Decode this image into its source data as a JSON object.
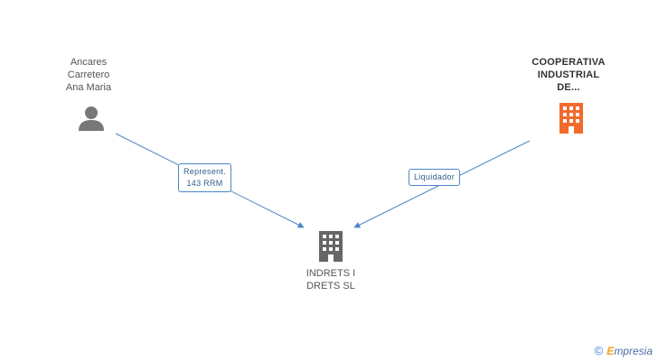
{
  "nodes": {
    "person": {
      "lines": [
        "Ancares",
        "Carretero",
        "Ana Maria"
      ],
      "icon": "person-icon"
    },
    "cooperative": {
      "lines": [
        "COOPERATIVA",
        "INDUSTRIAL",
        "DE..."
      ],
      "icon": "building-icon",
      "color": "#f26a2e"
    },
    "indrets": {
      "lines": [
        "INDRETS I",
        "DRETS SL"
      ],
      "icon": "building-icon",
      "color": "#666666"
    }
  },
  "edges": {
    "represent": {
      "lines": [
        "Represent.",
        "143 RRM"
      ]
    },
    "liquidador": {
      "lines": [
        "Liquidador"
      ]
    }
  },
  "footer": {
    "copyright": "©",
    "brand_initial": "E",
    "brand_rest": "mpresia"
  },
  "colors": {
    "link": "#4a86c8",
    "accent": "#f26a2e",
    "node_gray": "#666666"
  }
}
